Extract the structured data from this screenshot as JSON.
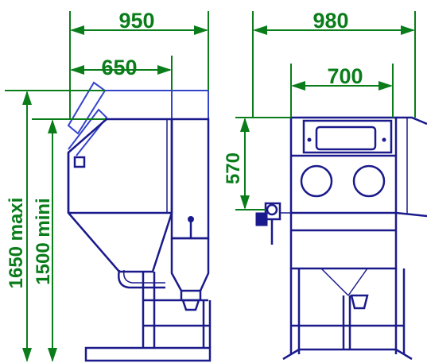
{
  "dimensions": {
    "side_overall_width": "950",
    "side_cabinet_width": "650",
    "front_overall_width": "980",
    "front_cabinet_width": "700",
    "front_window_height": "570",
    "height_max": "1650 maxi",
    "height_min": "1500 mini"
  },
  "colors": {
    "dimension": "#0a7d1a",
    "machine": "#1a1a8c",
    "accent": "#3344cc"
  }
}
